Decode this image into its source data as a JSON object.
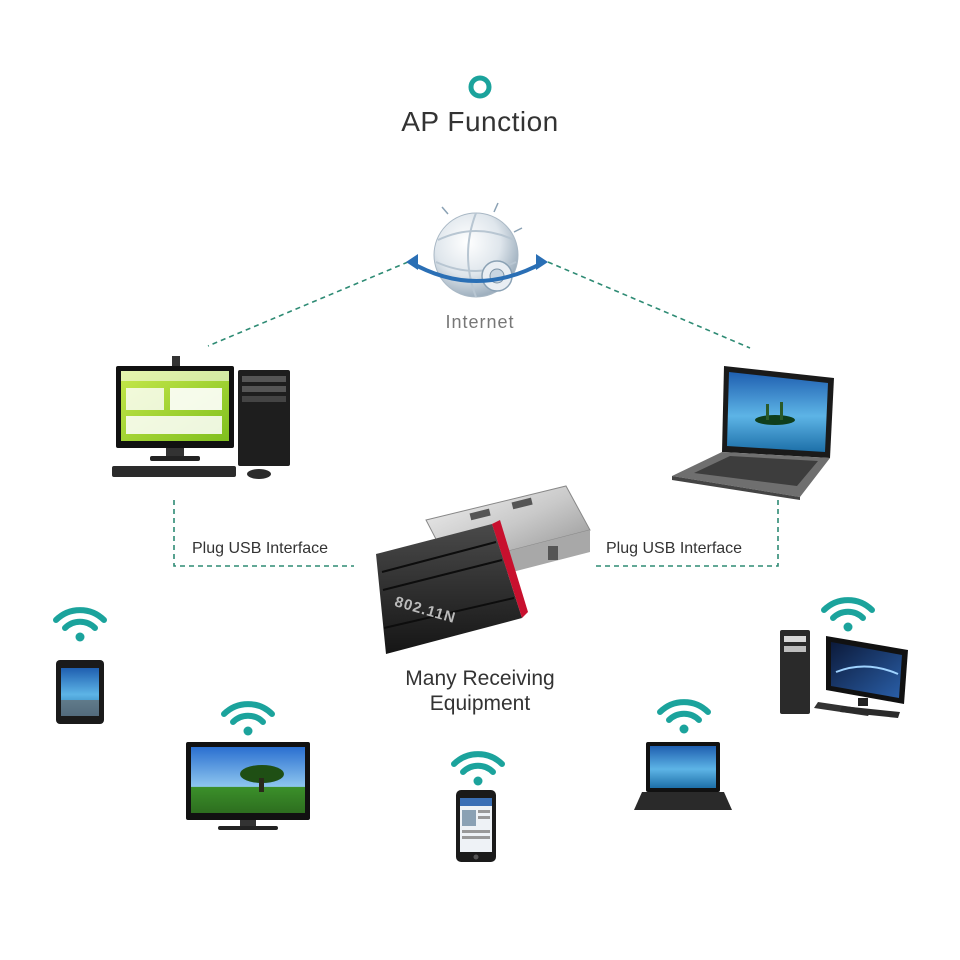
{
  "diagram": {
    "title": "AP Function",
    "internet_label": "Internet",
    "plug_left_label": "Plug USB Interface",
    "plug_right_label": "Plug USB Interface",
    "adapter_label": "802.11N",
    "receiving_line1": "Many Receiving",
    "receiving_line2": "Equipment"
  },
  "colors": {
    "accent": "#1ba39c",
    "dashed_line": "#2e8b74",
    "adapter_body": "#2a2a2a",
    "adapter_red": "#c8102e",
    "usb_metal": "#d6d6d6"
  },
  "icons": [
    "title-ring-icon",
    "globe-icon",
    "desktop-pc-icon",
    "laptop-icon",
    "usb-adapter-icon",
    "tablet-icon",
    "tv-icon",
    "smartphone-icon",
    "small-laptop-icon",
    "desktop-monitor-icon",
    "wifi-icon"
  ]
}
